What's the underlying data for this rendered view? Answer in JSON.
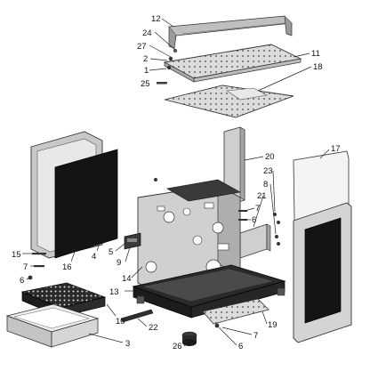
{
  "diagram": {
    "title": "",
    "labels": {
      "l1": "1",
      "l2": "2",
      "l3": "3",
      "l4": "4",
      "l5": "5",
      "l6a": "6",
      "l6b": "6",
      "l6c": "6",
      "l7a": "7",
      "l7b": "7",
      "l7c": "7",
      "l8": "8",
      "l9": "9",
      "l10": "10",
      "l11": "11",
      "l12": "12",
      "l13": "13",
      "l14": "14",
      "l15": "15",
      "l16": "16",
      "l17": "17",
      "l18": "18",
      "l19": "19",
      "l20": "20",
      "l21": "21",
      "l22": "22",
      "l23": "23",
      "l24": "24",
      "l25": "25",
      "l26": "26",
      "l27": "27"
    },
    "colors": {
      "steel": "#d8d8d8",
      "steel_dark": "#a8a8a8",
      "black": "#141414",
      "frame_dark": "#2a2a2a",
      "outline": "#333333"
    }
  }
}
